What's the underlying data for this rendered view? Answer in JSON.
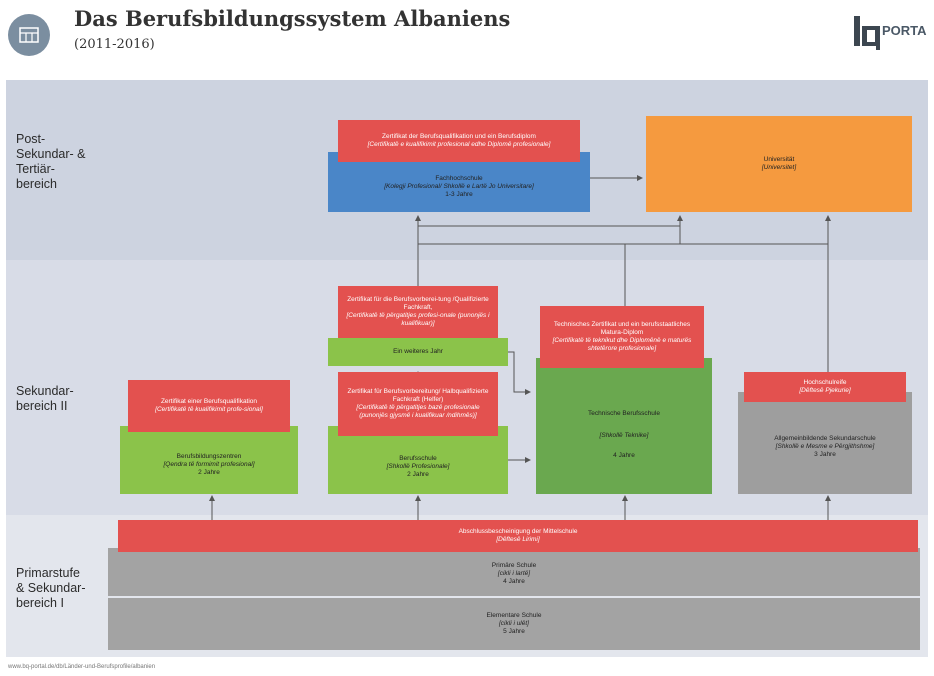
{
  "header": {
    "title": "Das Berufsbildungssystem Albaniens",
    "subtitle": "(2011-2016)",
    "logo_text": "PORTA"
  },
  "bands": {
    "tertiary": "Post-\nSekundar- &\nTertiär-\nbereich",
    "secondary2": "Sekundar-\nbereich II",
    "primary": "Primarstufe\n& Sekundar-\nbereich I"
  },
  "boxes": {
    "fachhochschule_cert": {
      "l1": "Zertifikat der Berufsqualifikation und ein Berufsdiplom",
      "l2": "[Certifikatë e kualifikimit profesional edhe Diplomë profesionale]"
    },
    "fachhochschule": {
      "l1": "Fachhochschule",
      "l2": "[Kolegji Profesional/ Shkollë e Lartë Jo Universitare]",
      "l3": "1-3 Jahre"
    },
    "universitaet": {
      "l1": "Universität",
      "l2": "[Universitet]"
    },
    "berufsvorbereitung_cert": {
      "l1": "Zertifikat für die Berufsvorberei-tung /Qualifizierte Fachkraft,",
      "l2": "[Certifikatë të përgatitjes profesi-onale (punonjës i kualifikuar)]"
    },
    "weiteres_jahr": {
      "l1": "Ein weiteres Jahr"
    },
    "technisches_cert": {
      "l1": "Technisches Zertifikat und ein berufsstaatliches Matura-Diplom",
      "l2": "[Certifikatë të teknikut dhe Diplomënë e maturës shtetërore profesionale]"
    },
    "bbz_cert": {
      "l1": "Zertifikat einer Berufsqualifikation",
      "l2": "[Certifikatë të kualifikimit profe-sional]"
    },
    "bbz": {
      "l1": "Berufsbildungszentren",
      "l2": "[Qendra të formimit profesional]",
      "l3": "2 Jahre"
    },
    "berufsschule_cert": {
      "l1": "Zertifikat für Berufsvorbereitung/ Halbqualifizierte Fachkraft (Helfer)",
      "l2": "[Certifikatë të përgatitjes bazë profesionale (punonjës gjysmë i kualifikuar /ndihmës)]"
    },
    "berufsschule": {
      "l1": "Berufsschule",
      "l2": "[Shkollë Profesionale]",
      "l3": "2 Jahre"
    },
    "technische_bs": {
      "l1": "Technische Berufsschule",
      "l2": "[Shkollë Teknike]",
      "l3": "4 Jahre"
    },
    "hochschulreife": {
      "l1": "Hochschulreife",
      "l2": "[Dëftesë Pjekurie]"
    },
    "allgemeinbildende": {
      "l1": "Allgemeinbildende Sekundarschule",
      "l2": "[Shkollë e Mesme e Përgjithshme]",
      "l3": "3 Jahre"
    },
    "abschluss": {
      "l1": "Abschlussbescheinigung der Mittelschule",
      "l2": "[Dëftesë Lirimi]"
    },
    "primare": {
      "l1": "Primäre Schule",
      "l2": "[cikli i lartë]",
      "l3": "4 Jahre"
    },
    "elementare": {
      "l1": "Elementare Schule",
      "l2": "[cikli i ulët]",
      "l3": "5 Jahre"
    }
  },
  "footer": {
    "url": "www.bq-portal.de/db/Länder-und-Berufsprofile/albanien"
  },
  "colors": {
    "red": "#e3514f",
    "green": "#8bc34a",
    "dark_green": "#6aa84f",
    "blue": "#4a86c8",
    "orange": "#f59a3f",
    "gray": "#9e9e9e"
  }
}
